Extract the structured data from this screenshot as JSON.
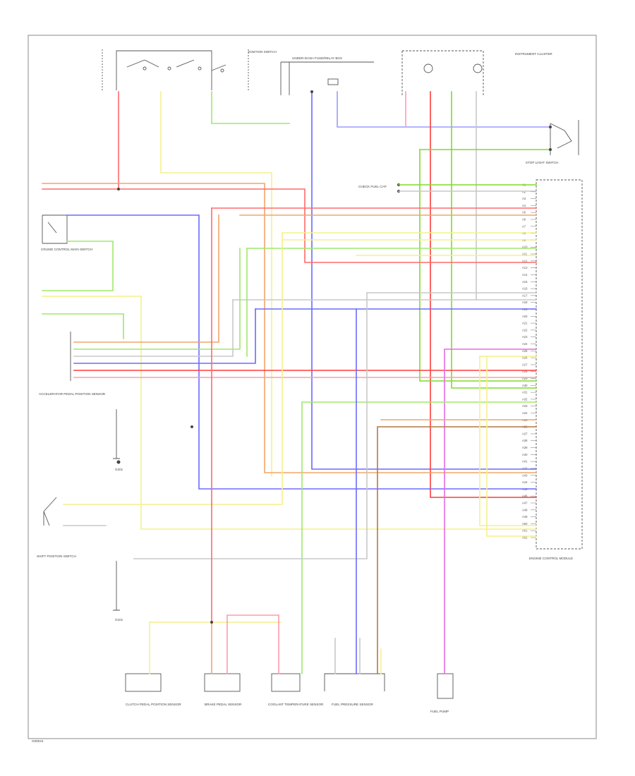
{
  "diagram": {
    "ref_code": "G00044",
    "colors": {
      "red": "#ff3b3b",
      "pink": "#ff9a9a",
      "blue": "#4a4aff",
      "green": "#7ddc2a",
      "yellow": "#f6f08a",
      "orange": "#f0a56a",
      "brown": "#b07a44",
      "magenta": "#e66ae6",
      "gray": "#b5b5b5",
      "light_blue": "#9a9aff"
    },
    "labels": {
      "ignition_switch": "IGNITION SWITCH",
      "underdash_fuse": "UNDER-DASH FUSE/RELAY BOX",
      "instrument_cluster": "INSTRUMENT CLUSTER",
      "stop_light_switch": "STOP LIGHT SWITCH",
      "check_fuel_cap": "CHECK FUEL CAP",
      "ecm": "ENGINE CONTROL MODULE",
      "ap_sensor": "ACCELERATOR PEDAL POSITION SENSOR",
      "cruise_switch": "CRUISE CONTROL MAIN SWITCH",
      "ground_left": "G201",
      "ground_right": "G101",
      "shift_position_switch": "SHIFT POSITION SWITCH",
      "clutch_sensor": "CLUTCH PEDAL POSITION SENSOR",
      "brake_sensor": "BRAKE PEDAL SENSOR",
      "coolant_sensor": "COOLANT TEMPERATURE SENSOR",
      "fuel_pressure_sensor": "FUEL PRESSURE SENSOR",
      "fuel_pump": "FUEL PUMP",
      "ecm_pins": [
        "A1",
        "A2",
        "A3",
        "A4",
        "A5",
        "A6",
        "A7",
        "A8",
        "A9",
        "A10",
        "A11",
        "A12",
        "A13",
        "A14",
        "A15",
        "A16",
        "A17",
        "A18",
        "A19",
        "A20",
        "A21",
        "A22",
        "A23",
        "A24",
        "A25",
        "A26",
        "A27",
        "A28",
        "A29",
        "A30",
        "A31",
        "A32",
        "A33",
        "A34",
        "A35",
        "A36",
        "A37",
        "A38",
        "A39",
        "A40",
        "A41",
        "A42",
        "A43",
        "A44",
        "A45",
        "A46",
        "A47",
        "A48",
        "A49",
        "A50",
        "A51",
        "A52"
      ]
    }
  }
}
